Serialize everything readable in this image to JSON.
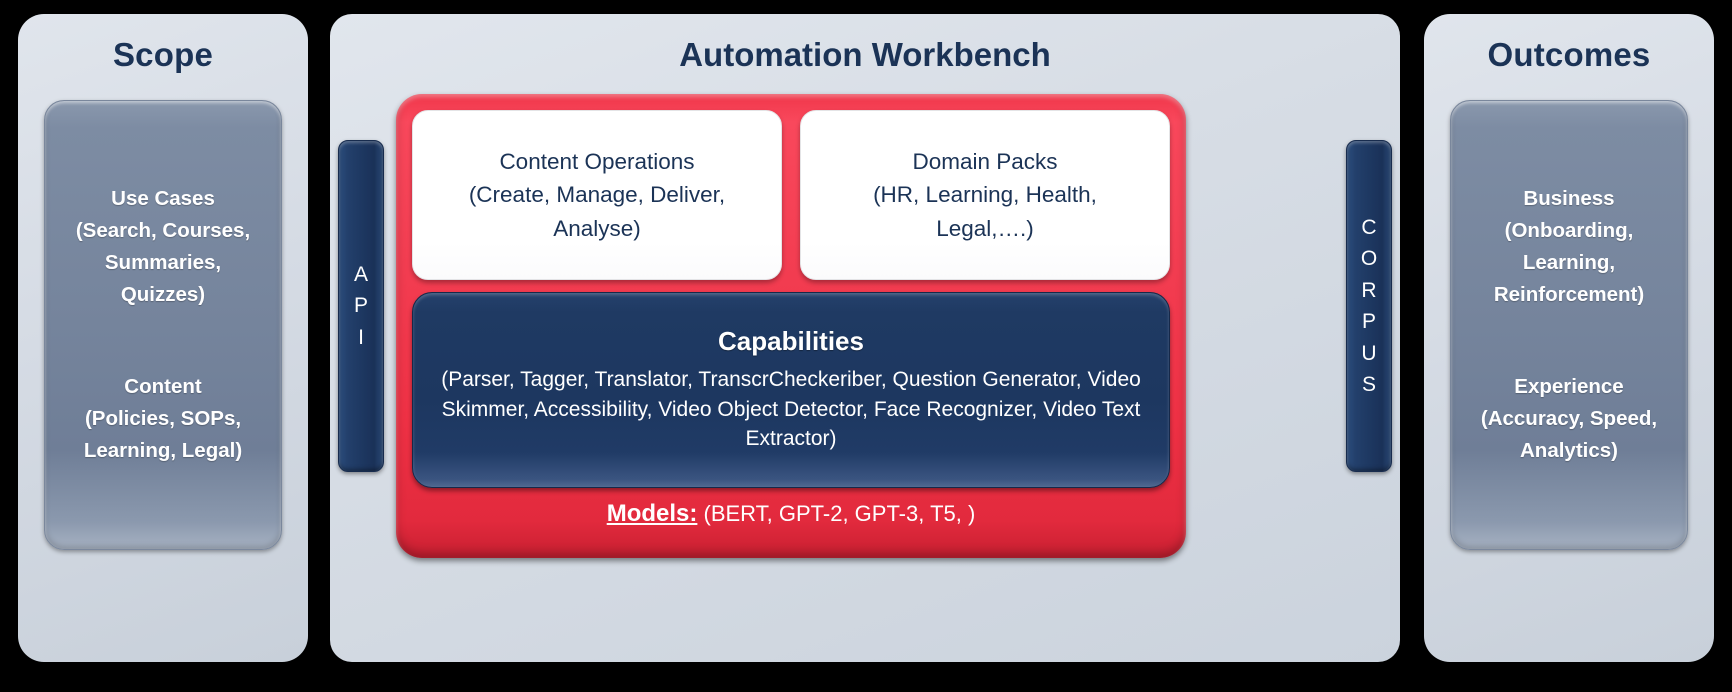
{
  "scope": {
    "title": "Scope",
    "blocks": [
      "Use Cases\n(Search, Courses,\nSummaries,\nQuizzes)",
      "Content\n(Policies, SOPs,\nLearning, Legal)"
    ]
  },
  "outcomes": {
    "title": "Outcomes",
    "blocks": [
      "Business\n(Onboarding,\nLearning,\nReinforcement)",
      "Experience\n(Accuracy, Speed,\nAnalytics)"
    ]
  },
  "workbench": {
    "title": "Automation Workbench",
    "left_bar": {
      "name": "API",
      "glyph": "A\nP\nI"
    },
    "right_bar": {
      "name": "CORPUS",
      "glyph": "C\nO\nR\nP\nU\nS"
    },
    "cards": [
      {
        "name": "content-operations",
        "text": "Content Operations\n(Create, Manage, Deliver,\nAnalyse)"
      },
      {
        "name": "domain-packs",
        "text": "Domain Packs\n(HR, Learning, Health,\nLegal,….)"
      }
    ],
    "capabilities": {
      "title": "Capabilities",
      "body": "(Parser, Tagger, Translator, TranscrCheckeriber, Question Generator, Video Skimmer, Accessibility, Video Object Detector, Face Recognizer, Video Text Extractor)"
    },
    "models": {
      "label": "Models:",
      "value": " (BERT, GPT-2, GPT-3, T5,  )"
    }
  },
  "colors": {
    "background": "#000000",
    "panel_fill": "#d7dde5",
    "panel_inner_blue_gray": "#76859d",
    "accent_red": "#f23c50",
    "navy": "#1d3760",
    "title_text": "#1b3356",
    "card_white": "#ffffff"
  }
}
